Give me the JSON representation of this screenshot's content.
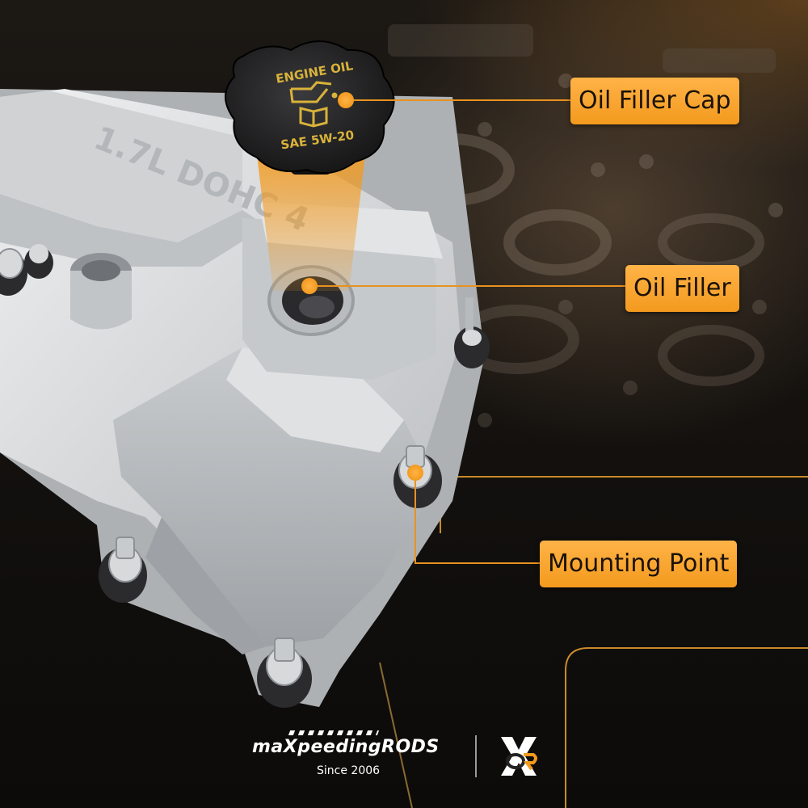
{
  "labels": {
    "oil_filler_cap": "Oil Filler Cap",
    "oil_filler": "Oil Filler",
    "mounting_point": "Mounting Point"
  },
  "cap_text": {
    "top": "ENGINE OIL",
    "bottom": "SAE 5W-20"
  },
  "cover_cast_text": "1.7L DOHC 4",
  "brand": {
    "name": "maXpeedingRODS",
    "since": "Since 2006",
    "mark_letters": "OR"
  },
  "colors": {
    "accent": "#f39a1e",
    "accent_light": "#ffb347",
    "leader_line": "#e8921f",
    "cover_silver": "#cfd1d3",
    "cap_black": "#1e1e1f",
    "cap_text": "#d9b23a"
  }
}
